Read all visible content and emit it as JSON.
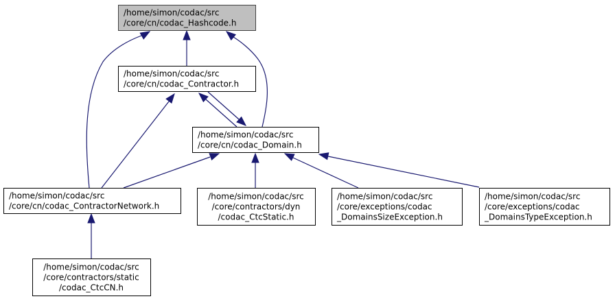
{
  "graph": {
    "type": "include-dependency-graph",
    "edge_color": "#191970",
    "root_fill": "#bfbfbf",
    "nodes": [
      {
        "id": "hashcode",
        "lines": [
          "/home/simon/codac/src",
          "/core/cn/codac_Hashcode.h"
        ],
        "root": true,
        "align": "start"
      },
      {
        "id": "contractor",
        "lines": [
          "/home/simon/codac/src",
          "/core/cn/codac_Contractor.h"
        ],
        "root": false,
        "align": "start"
      },
      {
        "id": "domain",
        "lines": [
          "/home/simon/codac/src",
          "/core/cn/codac_Domain.h"
        ],
        "root": false,
        "align": "start"
      },
      {
        "id": "contractornetwork",
        "lines": [
          "/home/simon/codac/src",
          "/core/cn/codac_ContractorNetwork.h"
        ],
        "root": false,
        "align": "start"
      },
      {
        "id": "ctcstatic",
        "lines": [
          "/home/simon/codac/src",
          "/core/contractors/dyn",
          "/codac_CtcStatic.h"
        ],
        "root": false,
        "align": "middle"
      },
      {
        "id": "domainssizeexception",
        "lines": [
          "/home/simon/codac/src",
          "/core/exceptions/codac",
          "_DomainsSizeException.h"
        ],
        "root": false,
        "align": "start"
      },
      {
        "id": "domainstypeexception",
        "lines": [
          "/home/simon/codac/src",
          "/core/exceptions/codac",
          "_DomainsTypeException.h"
        ],
        "root": false,
        "align": "start"
      },
      {
        "id": "ctccn",
        "lines": [
          "/home/simon/codac/src",
          "/core/contractors/static",
          "/codac_CtcCN.h"
        ],
        "root": false,
        "align": "middle"
      }
    ],
    "edges": [
      {
        "from": "contractor",
        "to": "hashcode"
      },
      {
        "from": "contractornetwork",
        "to": "hashcode"
      },
      {
        "from": "domain",
        "to": "hashcode"
      },
      {
        "from": "domain",
        "to": "contractor"
      },
      {
        "from": "contractor",
        "to": "domain"
      },
      {
        "from": "contractornetwork",
        "to": "contractor"
      },
      {
        "from": "contractornetwork",
        "to": "domain"
      },
      {
        "from": "ctcstatic",
        "to": "domain"
      },
      {
        "from": "domainssizeexception",
        "to": "domain"
      },
      {
        "from": "domainstypeexception",
        "to": "domain"
      },
      {
        "from": "ctccn",
        "to": "contractornetwork"
      }
    ]
  }
}
